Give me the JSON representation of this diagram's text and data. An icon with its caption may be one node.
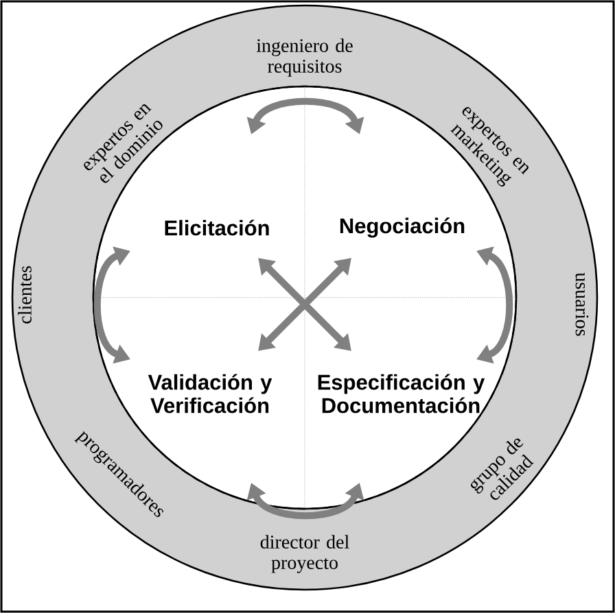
{
  "diagram": {
    "nodes": [
      {
        "text": [
          "Elicitación"
        ]
      },
      {
        "text": [
          "Negociación"
        ]
      },
      {
        "text": [
          "Validación y Verificación"
        ]
      },
      {
        "text": [
          "Especificación y Documentación"
        ]
      }
    ],
    "edges": [
      {
        "from": 0,
        "to": 1,
        "arrow": "both"
      },
      {
        "from": 1,
        "to": 3,
        "arrow": "both"
      },
      {
        "from": 3,
        "to": 2,
        "arrow": "both"
      },
      {
        "from": 2,
        "to": 0,
        "arrow": "both"
      },
      {
        "from": 0,
        "to": 3,
        "arrow": "both"
      },
      {
        "from": 1,
        "to": 2,
        "arrow": "both"
      }
    ],
    "labels": [
      "ingeniero de requisitos",
      "expertos en el dominio",
      "expertos en marketing",
      "clientes",
      "usuarios",
      "programadores",
      "grupo de calidad",
      "director del proyecto"
    ]
  }
}
